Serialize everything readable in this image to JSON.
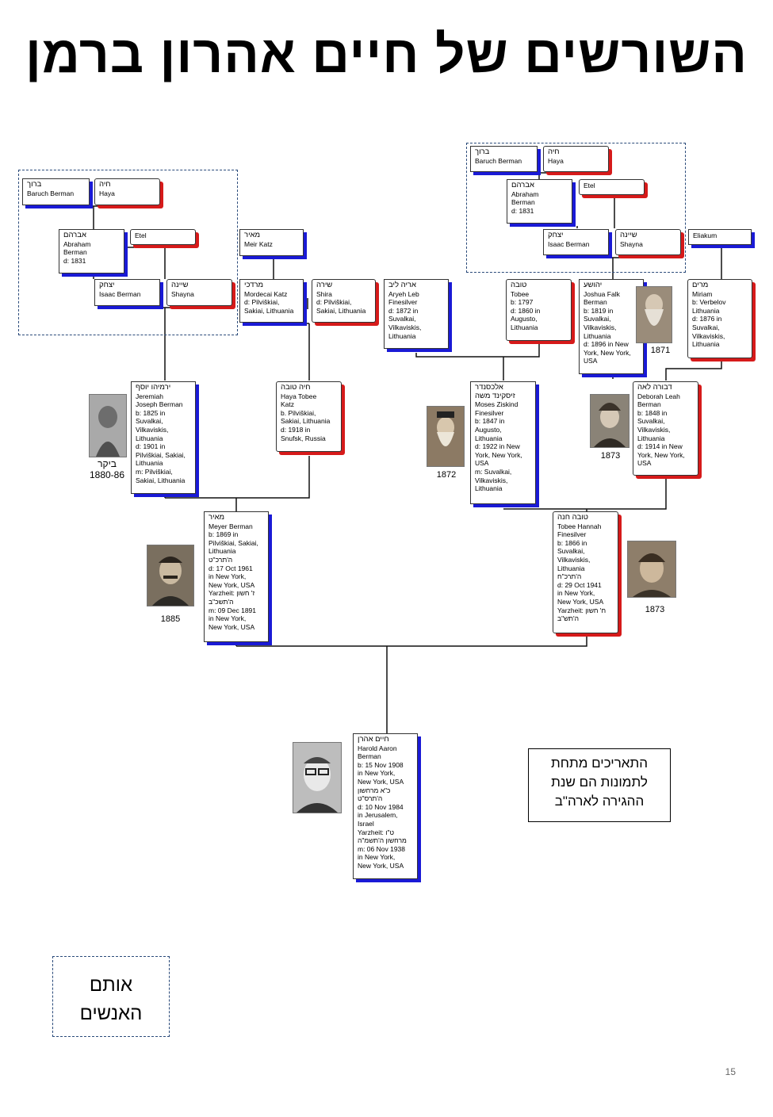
{
  "title": "השורשים של חיים אהרון ברמן",
  "people": {
    "baruch_l": {
      "he": "ברוך",
      "en": "Baruch Berman"
    },
    "haya_l": {
      "he": "חיה",
      "en": "Haya"
    },
    "abraham_l": {
      "he": "אברהם",
      "en": "Abraham\nBerman\nd: 1831"
    },
    "etel_l": {
      "he": "",
      "en": "Etel"
    },
    "isaac_l": {
      "he": "יצחק",
      "en": "Isaac Berman"
    },
    "shayna_l": {
      "he": "שיינה",
      "en": "Shayna"
    },
    "meir_katz": {
      "he": "מאיר",
      "en": "Meir Katz"
    },
    "mordecai": {
      "he": "מרדכי",
      "en": "Mordecai Katz\nd: Pilviškiai,\nSakiai, Lithuania"
    },
    "shira": {
      "he": "שירה",
      "en": "Shira\nd: Pilviškiai,\nSakiai, Lithuania"
    },
    "aryeh": {
      "he": "אריה ליב",
      "en": "Aryeh Leb\nFinesilver\nd: 1872 in\nSuvalkai,\nVilkaviskis,\nLithuania"
    },
    "tobee": {
      "he": "טובה",
      "en": "Tobee\nb: 1797\nd: 1860 in\nAugusto,\nLithuania"
    },
    "baruch_r": {
      "he": "ברוך",
      "en": "Baruch Berman"
    },
    "haya_r": {
      "he": "חיה",
      "en": "Haya"
    },
    "abraham_r": {
      "he": "אברהם",
      "en": "Abraham\nBerman\nd: 1831"
    },
    "etel_r": {
      "he": "",
      "en": "Etel"
    },
    "isaac_r": {
      "he": "יצחק",
      "en": "Isaac Berman"
    },
    "shayna_r": {
      "he": "שיינה",
      "en": "Shayna"
    },
    "eliakum": {
      "he": "",
      "en": "Eliakum"
    },
    "joshua": {
      "he": "יהושע",
      "en": "Joshua Falk\nBerman\nb: 1819 in\nSuvalkai,\nVilkaviskis,\nLithuania\nd: 1896 in New\nYork, New York,\nUSA"
    },
    "miriam": {
      "he": "מרים",
      "en": "Miriam\nb: Verbelov\nLithuania\nd: 1876 in\nSuvalkai,\nVilkaviskis,\nLithuania"
    },
    "jeremiah": {
      "he": "ירמיהו יוסף",
      "en": "Jeremiah\nJoseph Berman\nb: 1825 in\nSuvalkai,\nVilkaviskis,\nLithuania\nd: 1901 in\nPilviškiai, Sakiai,\nLithuania\nm: Pilviškiai,\nSakiai, Lithuania"
    },
    "haya_tobee": {
      "he": "חיה טובה",
      "en": "Haya Tobee\nKatz\nb. Pilviškiai,\nSakiai, Lithuania\nd: 1918 in\nSnufsk, Russia"
    },
    "moses": {
      "he": "אלכסנדר\nזיסקינד משה",
      "en": "Moses Ziskind\nFinesilver\nb: 1847 in\nAugusto,\nLithuania\nd: 1922 in New\nYork, New York,\nUSA\nm: Suvalkai,\nVilkaviskis,\nLithuania"
    },
    "deborah": {
      "he": "דבורה לאה",
      "en": "Deborah Leah\nBerman\nb: 1848 in\nSuvalkai,\nVilkaviskis,\nLithuania\nd: 1914 in New\nYork, New York,\nUSA"
    },
    "meyer": {
      "he": "מאיר",
      "en": "Meyer Berman\nb: 1869 in\nPilviškiai, Sakiai,\nLithuania\nה'תרכ\"ט\nd: 17 Oct 1961\nin New York,\nNew York, USA\nYarzheit: ז' חשון\nה'תשכ\"ב\nm: 09 Dec 1891\nin New York,\nNew York, USA"
    },
    "tobee_hannah": {
      "he": "טובה חנה",
      "en": "Tobee Hannah\nFinesilver\nb: 1866 in\nSuvalkai,\nVilkaviskis,\nLithuania\nה'תרכ\"ח\nd: 29 Oct 1941\nin New York,\nNew York, USA\nYarzheit: ח' חשון\nה'תש\"ב"
    },
    "harold": {
      "he": "חיים אהרן",
      "en": "Harold Aaron\nBerman\nb: 15 Nov 1908\nin New York,\nNew York, USA\nכ\"א מרחשון\nה'תרס\"ט\nd: 10 Nov 1984\nin Jerusalem,\nIsrael\nYarzheit: ט\"ו\nמרחשון ה'תשמ\"ה\nm: 06 Nov 1938\nin New York,\nNew York, USA"
    }
  },
  "photo_captions": {
    "jeremiah": "ביקר\n1880-86",
    "moses": "1872",
    "joshua": "1871",
    "deborah": "1873",
    "meyer": "1885",
    "tobee_hannah": "1873"
  },
  "note": "התאריכים מתחת לתמונות הם שנת ההגירה לארה\"ב",
  "legend": "אותם האנשים",
  "page_number": "15"
}
